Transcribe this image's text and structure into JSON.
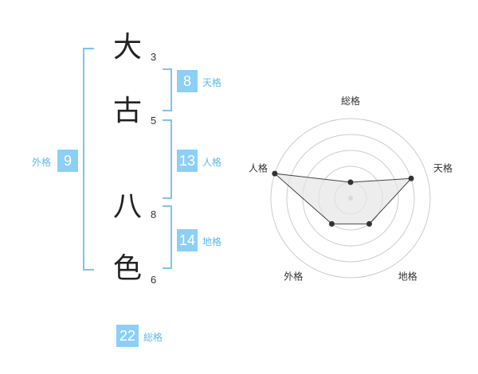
{
  "name": {
    "characters": [
      {
        "char": "大",
        "strokes": "3"
      },
      {
        "char": "古",
        "strokes": "5"
      },
      {
        "char": "八",
        "strokes": "8"
      },
      {
        "char": "色",
        "strokes": "6"
      }
    ]
  },
  "scores": {
    "tenkaku": {
      "value": "8",
      "label": "天格"
    },
    "jinkaku": {
      "value": "13",
      "label": "人格"
    },
    "chikaku": {
      "value": "14",
      "label": "地格"
    },
    "gaikaku": {
      "value": "9",
      "label": "外格"
    },
    "soukaku": {
      "value": "22",
      "label": "総格"
    }
  },
  "colors": {
    "accent": "#8ccff7",
    "accent_text": "#5cb8ee",
    "bracket": "#7cc4f2"
  },
  "radar": {
    "axes": [
      "総格",
      "天格",
      "地格",
      "外格",
      "人格"
    ],
    "levels": 5,
    "max": 5,
    "values": [
      1,
      4,
      2,
      2,
      5
    ],
    "grid_color": "#cccccc",
    "fill_color": "#e5e5e5",
    "line_color": "#444444",
    "point_color": "#333333",
    "center_color": "#bbbbbb"
  }
}
